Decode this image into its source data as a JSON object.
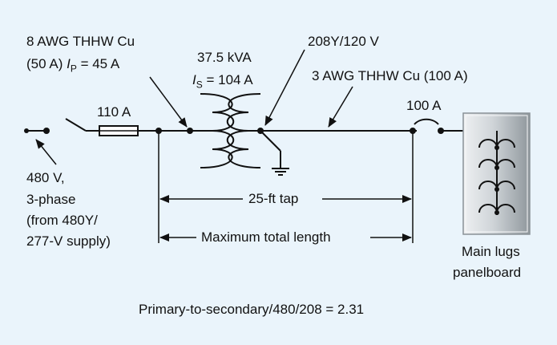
{
  "primary": {
    "conductor": "8 AWG THHW Cu",
    "rating_prefix": "(50 A) ",
    "current_symbol": "I",
    "current_sub": "P",
    "current_value": " = 45 A"
  },
  "transformer": {
    "rating": "37.5 kVA",
    "current_symbol": "I",
    "current_sub": "S",
    "current_value": " = 104 A"
  },
  "secondary": {
    "voltage": "208Y/120 V",
    "conductor": "3 AWG THHW Cu (100 A)"
  },
  "primary_fuse": {
    "rating": "110 A"
  },
  "secondary_breaker": {
    "rating": "100 A"
  },
  "source": {
    "lines": [
      "480 V,",
      "3-phase",
      "(from 480Y/",
      "277-V supply)"
    ]
  },
  "dimensions": {
    "tap_length": "25-ft tap",
    "total_length": "Maximum total length"
  },
  "panel": {
    "label": [
      "Main lugs",
      "panelboard"
    ]
  },
  "footer": {
    "ratio": "Primary-to-secondary/480/208 = 2.31"
  },
  "colors": {
    "background": "#eaf4fb",
    "line": "#111111",
    "panel_light": "#e6e8ea",
    "panel_dark": "#8f979c"
  }
}
